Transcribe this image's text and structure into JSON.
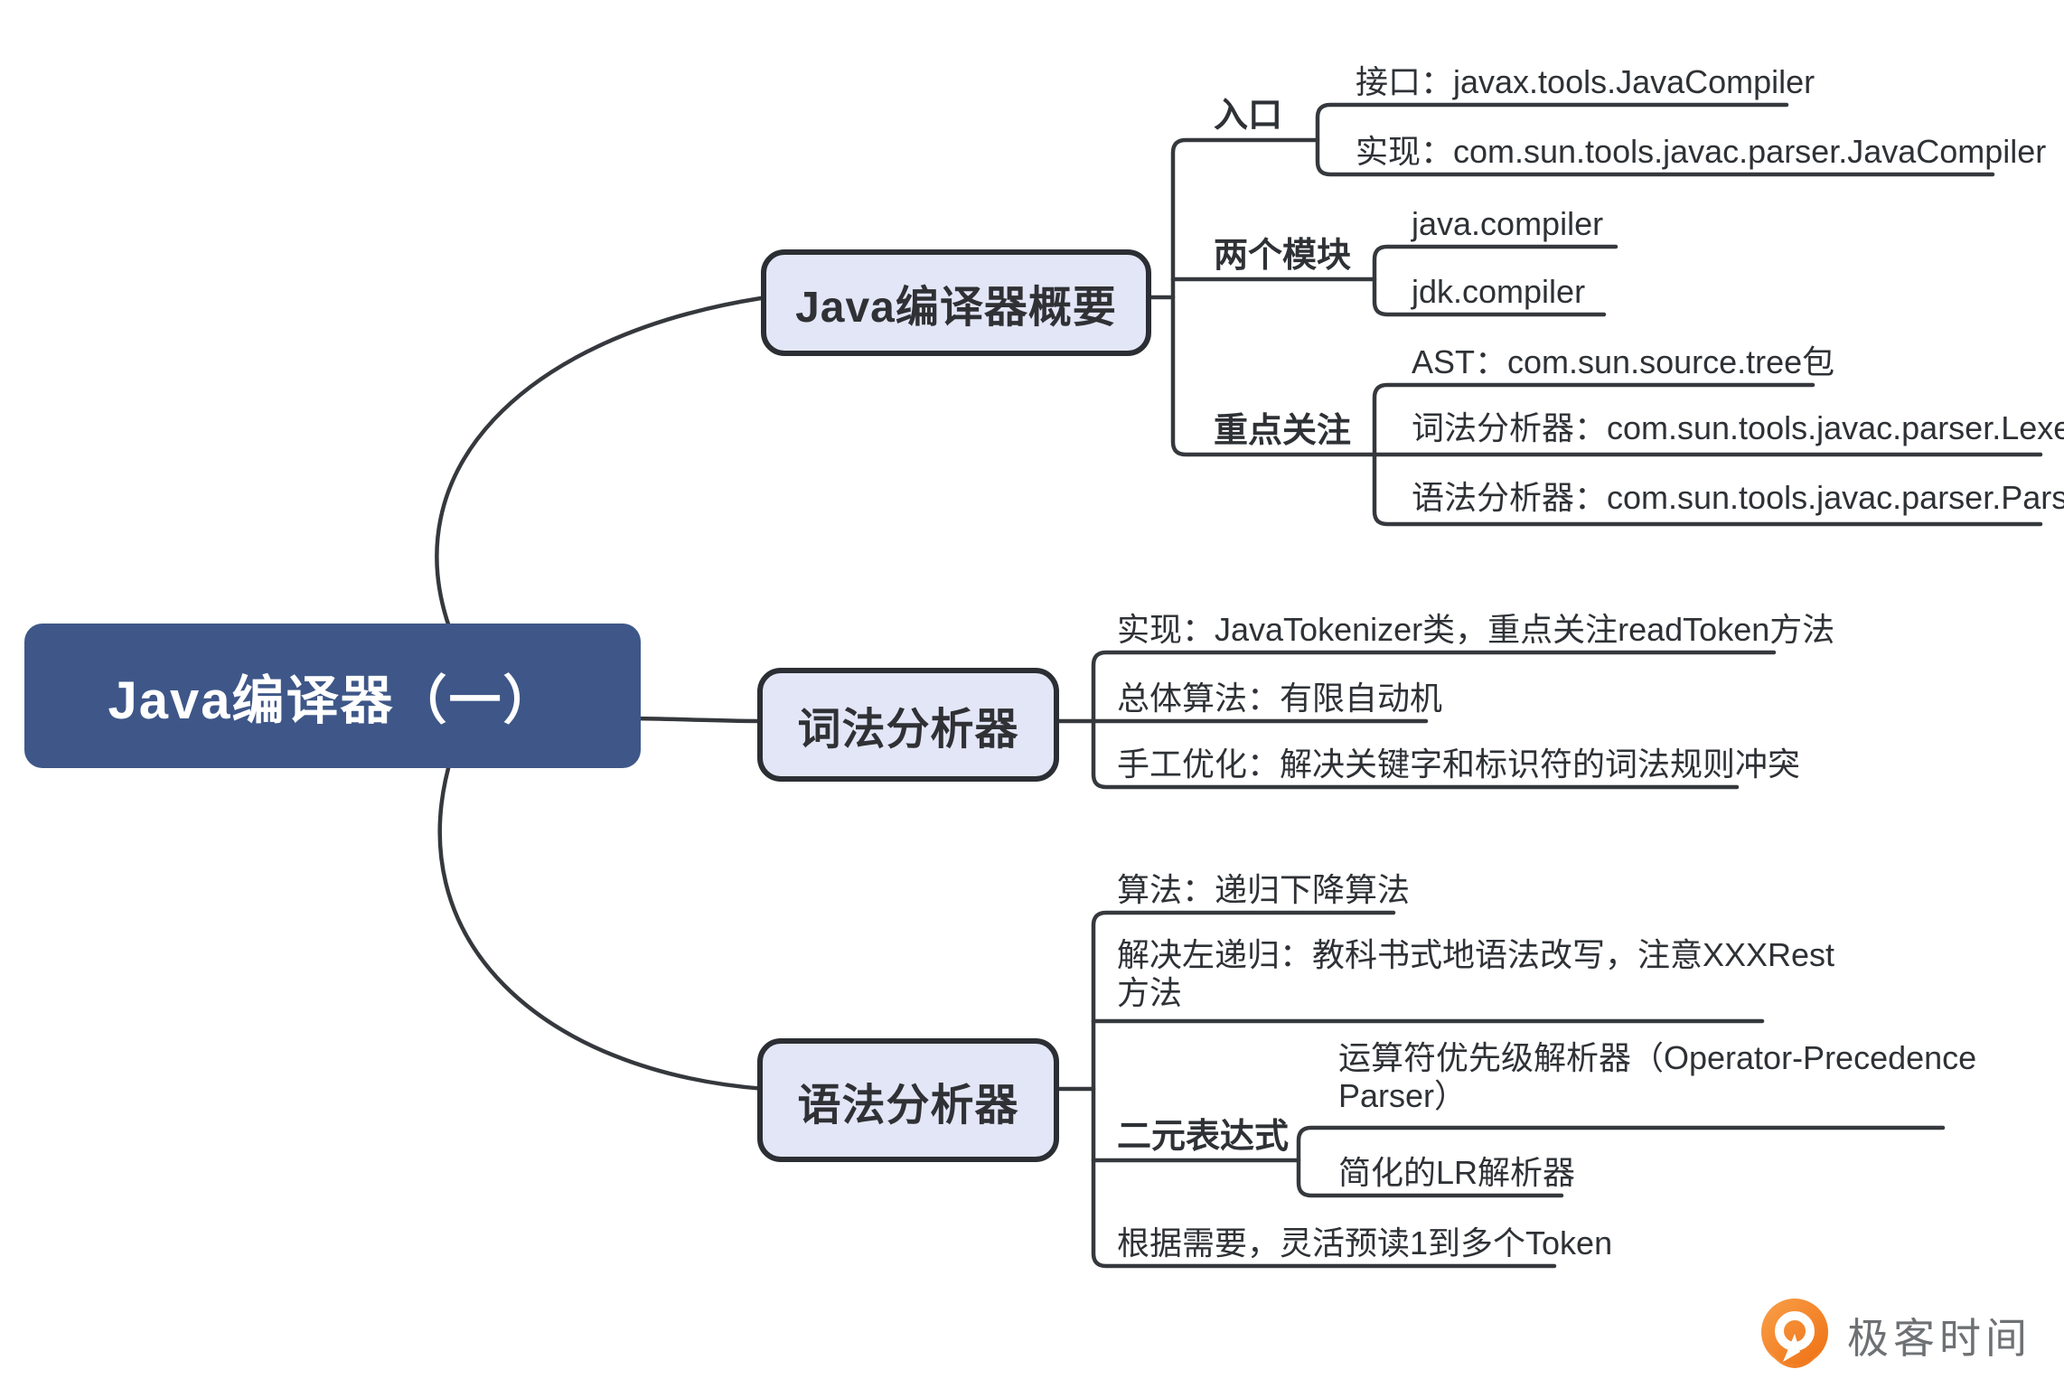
{
  "mindmap": {
    "root": {
      "label": "Java编译器（一）"
    },
    "branches": [
      {
        "label": "Java编译器概要",
        "groups": [
          {
            "label": "入口",
            "children": [
              {
                "text": "接口：javax.tools.JavaCompiler"
              },
              {
                "text": "实现：com.sun.tools.javac.parser.JavaCompiler"
              }
            ]
          },
          {
            "label": "两个模块",
            "children": [
              {
                "text": "java.compiler"
              },
              {
                "text": "jdk.compiler"
              }
            ]
          },
          {
            "label": "重点关注",
            "children": [
              {
                "text": "AST：com.sun.source.tree包"
              },
              {
                "text": "词法分析器：com.sun.tools.javac.parser.Lexer"
              },
              {
                "text": "语法分析器：com.sun.tools.javac.parser.Parser"
              }
            ]
          }
        ]
      },
      {
        "label": "词法分析器",
        "children": [
          {
            "text": "实现：JavaTokenizer类，重点关注readToken方法"
          },
          {
            "text": "总体算法：有限自动机"
          },
          {
            "text": "手工优化：解决关键字和标识符的词法规则冲突"
          }
        ]
      },
      {
        "label": "语法分析器",
        "children": [
          {
            "text": "算法：递归下降算法"
          },
          {
            "text": "解决左递归：教科书式地语法改写，注意XXXRest方法"
          },
          {
            "label": "二元表达式",
            "children": [
              {
                "text": "运算符优先级解析器（Operator-Precedence Parser）"
              },
              {
                "text": "简化的LR解析器"
              }
            ]
          },
          {
            "text": "根据需要，灵活预读1到多个Token"
          }
        ]
      }
    ]
  },
  "watermark": {
    "brand": "极客时间"
  },
  "colors": {
    "root_fill": "#3e5788",
    "branch_fill": "#e3e6f6",
    "line": "#35383c",
    "text": "#2e3135",
    "logo_orange": "#f07c1e",
    "logo_text": "#6e7174"
  }
}
